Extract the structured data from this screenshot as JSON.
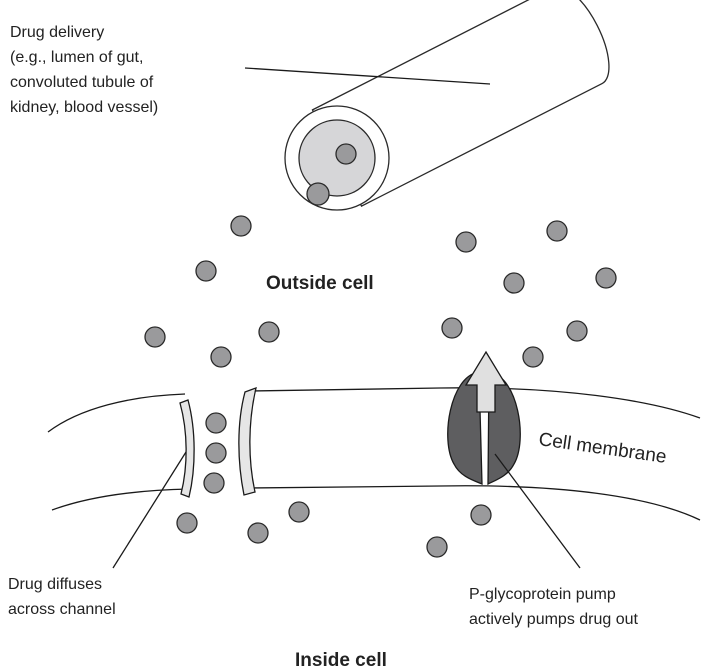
{
  "labels": {
    "drug_delivery": [
      "Drug delivery",
      "(e.g., lumen of gut,",
      "convoluted tubule of",
      "kidney, blood vessel)"
    ],
    "outside_cell": "Outside cell",
    "cell_membrane": "Cell membrane",
    "drug_diffuses": [
      "Drug diffuses",
      "across channel"
    ],
    "pgp_pump": [
      "P-glycoprotein pump",
      "actively pumps drug out"
    ],
    "inside_cell": "Inside cell"
  },
  "colors": {
    "molecule_fill": "#9a9a9c",
    "molecule_stroke": "#2a2a2a",
    "pump_fill": "#5e5e60",
    "tube_inner": "#d4d4d6",
    "channel_fill": "#e6e6e6",
    "arrow_fill": "#e0e0e0"
  }
}
